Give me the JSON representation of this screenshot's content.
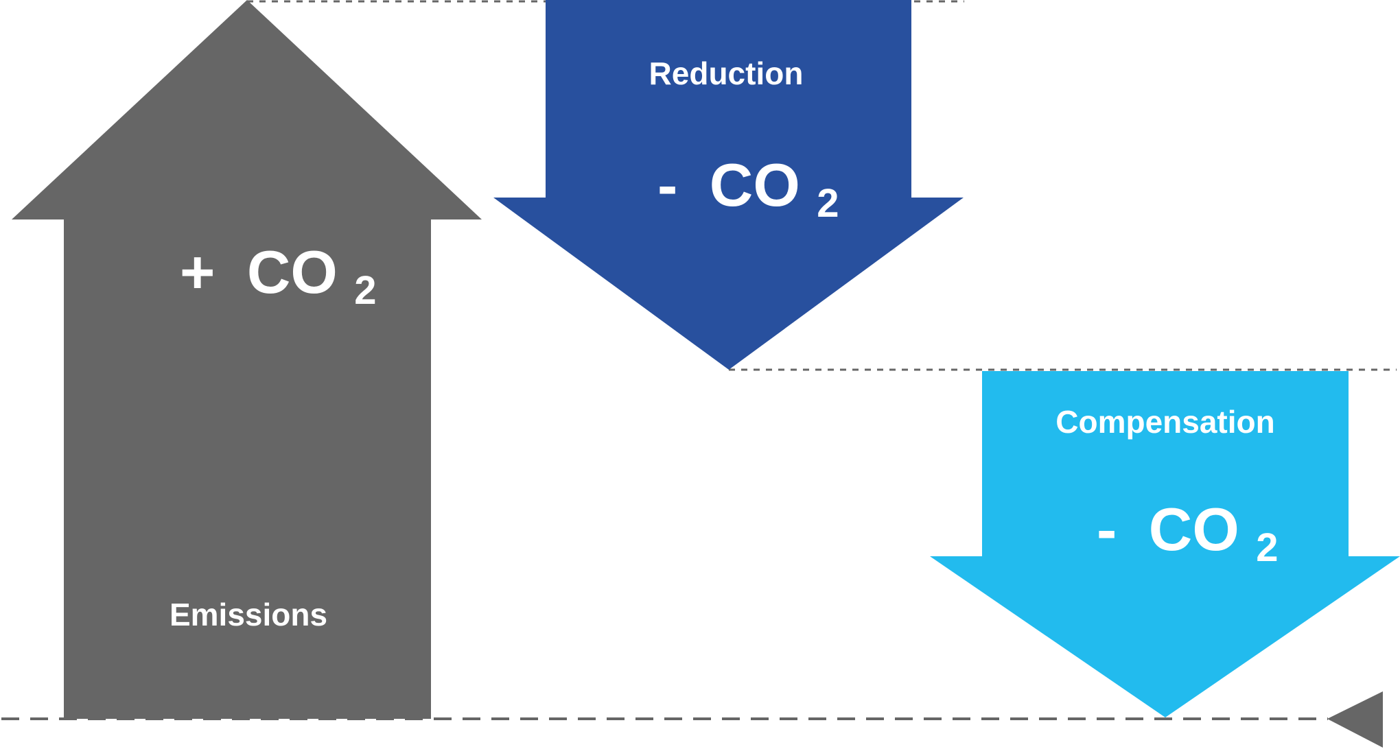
{
  "colors": {
    "emissions": "#666666",
    "reduction": "#28509E",
    "compensation": "#22BBEE",
    "guide_line": "#666666",
    "text": "#FFFFFF",
    "background": "#FFFFFF"
  },
  "emissions": {
    "label": "Emissions",
    "sign": "+",
    "formula": "CO",
    "subscript": "2"
  },
  "reduction": {
    "label": "Reduction",
    "sign": "-",
    "formula": "CO",
    "subscript": "2"
  },
  "compensation": {
    "label": "Compensation",
    "sign": "-",
    "formula": "CO",
    "subscript": "2"
  },
  "icons": {
    "baseline_marker": "triangle-left-icon"
  }
}
